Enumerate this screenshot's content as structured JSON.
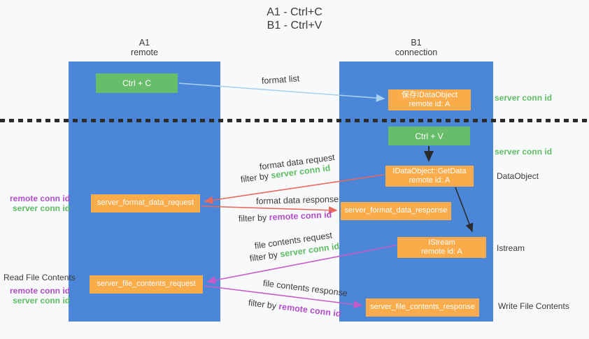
{
  "title": {
    "line1": "A1 - Ctrl+C",
    "line2": "B1 - Ctrl+V"
  },
  "lanes": {
    "left": {
      "name": "A1",
      "subtitle": "remote"
    },
    "right": {
      "name": "B1",
      "subtitle": "connection"
    }
  },
  "nodes": {
    "ctrl_c": {
      "label": "Ctrl + C"
    },
    "ctrl_v": {
      "label": "Ctrl + V"
    },
    "save_dataobject": {
      "line1": "保存IDataObject",
      "line2": "remote id: A"
    },
    "getdata": {
      "line1": "IDataObject::GetData",
      "line2": "remote id: A"
    },
    "istream": {
      "line1": "IStream",
      "line2": "remote id: A"
    },
    "format_request": {
      "label": "server_format_data_request"
    },
    "format_response": {
      "label": "server_format_data_response"
    },
    "file_request": {
      "label": "server_file_contents_request"
    },
    "file_response": {
      "label": "server_file_contents_response"
    }
  },
  "arrow_labels": {
    "format_list": "format list",
    "format_data_request": "format data request",
    "format_data_response": "format data response",
    "file_contents_request": "file contents request",
    "file_contents_response": "file contents response"
  },
  "terms": {
    "filter_by": "filter by",
    "server_conn_id": "server conn id",
    "remote_conn_id": "remote conn id"
  },
  "side_labels": {
    "dataobject": "DataObject",
    "istream": "Istream",
    "read_file_contents": "Read File Contents",
    "write_file_contents": "Write File Contents"
  },
  "colors": {
    "lane_blue": "#4c86d8",
    "node_green": "#68bd6b",
    "node_orange": "#faab4a",
    "arrow_light_blue": "#a9d2ee",
    "arrow_red": "#e8695e",
    "arrow_magenta": "#c75bc7",
    "arrow_black": "#2b2b2b",
    "text_green": "#5fbd63",
    "text_purple": "#b04fc8",
    "background": "#f8f9fa"
  }
}
